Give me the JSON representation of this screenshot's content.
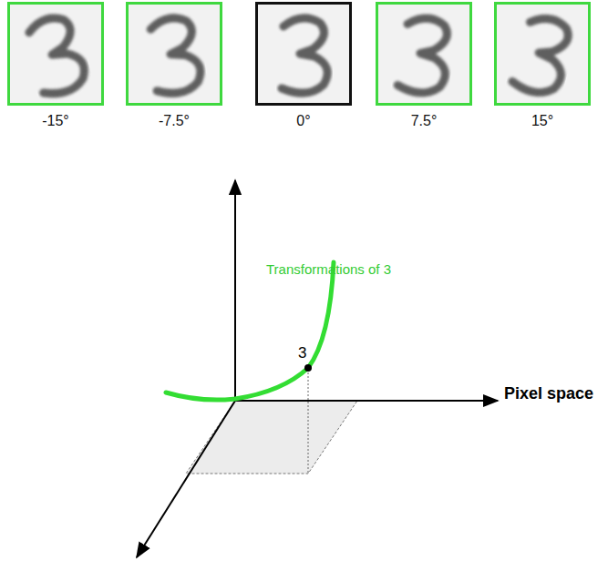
{
  "diagram": {
    "nodes": [
      {
        "text": [
          "-15°"
        ]
      },
      {
        "text": [
          "-7.5°"
        ]
      },
      {
        "text": [
          "0°"
        ]
      },
      {
        "text": [
          "7.5°"
        ]
      },
      {
        "text": [
          "15°"
        ]
      }
    ],
    "labels": [
      "Transformations of 3",
      "3",
      "Pixel space"
    ]
  }
}
